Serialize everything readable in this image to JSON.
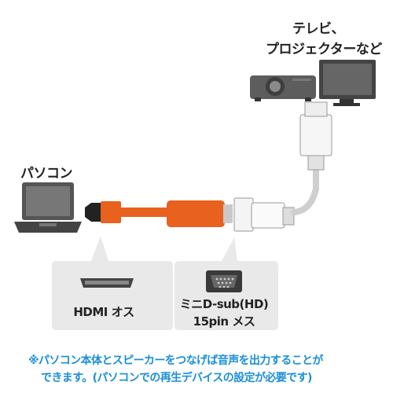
{
  "labels": {
    "tv": "テレビ、",
    "projector": "プロジェクターなど",
    "pc": "パソコン"
  },
  "bubbles": {
    "hdmi": "HDMI オス",
    "vga_line1": "ミニD-sub(HD)",
    "vga_line2": "15pin メス"
  },
  "note": {
    "line1": "※パソコン本体とスピーカーをつなげば音声を出力することが",
    "line2": "できます。(パソコンでの再生デバイスの設定が必要です)"
  },
  "colors": {
    "adapter": "#e8611f",
    "bubble": "#e9e9e9",
    "note": "#1a8fd6"
  }
}
